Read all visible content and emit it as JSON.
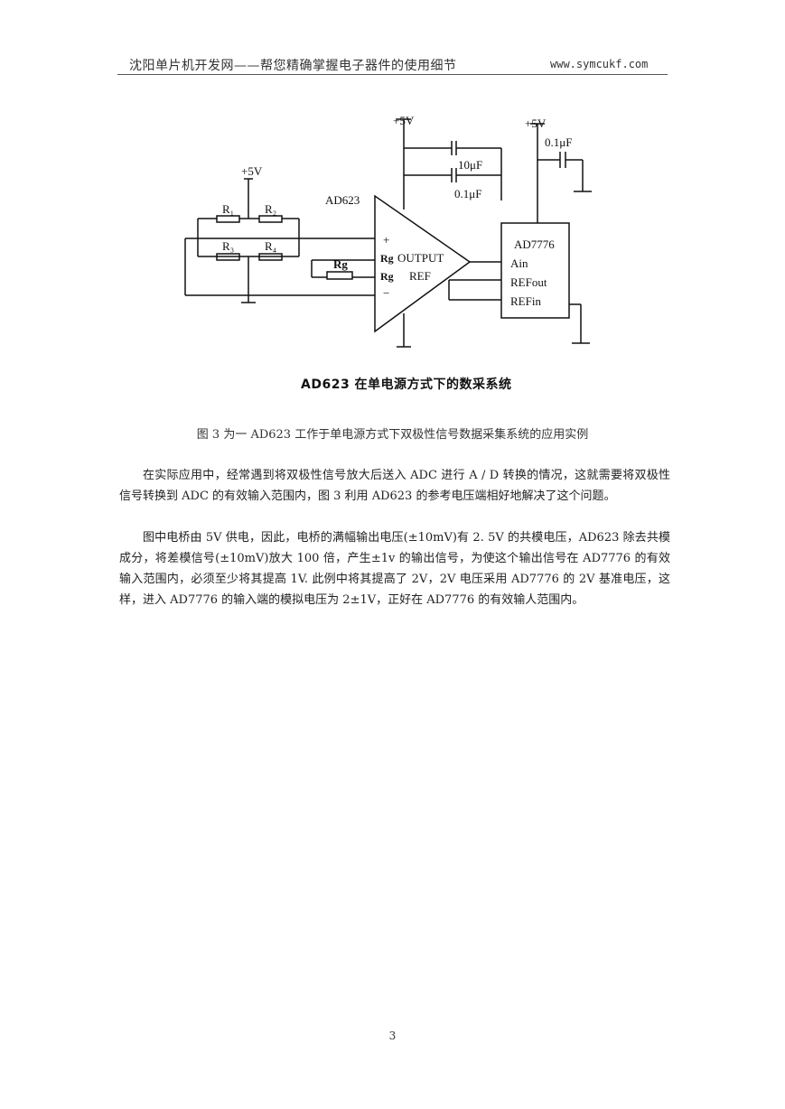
{
  "header": {
    "left": "沈阳单片机开发网——帮您精确掌握电子器件的使用细节",
    "right": "www.symcukf.com"
  },
  "diagram": {
    "vcc1": "+5V",
    "vcc2": "+5V",
    "vcc3": "+5V",
    "amp": "AD623",
    "r1": "R₁",
    "r2": "R₂",
    "r3": "R₃",
    "r4": "R₄",
    "rg": "Rg",
    "rg_pin1": "Rg",
    "rg_pin2": "Rg",
    "plus": "+",
    "minus": "−",
    "output": "OUTPUT",
    "ref": "REF",
    "cap1": "10μF",
    "cap2": "0.1μF",
    "cap3": "0.1μF",
    "adc": "AD7776",
    "ain": "Ain",
    "refout": "REFout",
    "refin": "REFin"
  },
  "diagram_caption": "AD623 在单电源方式下的数采系统",
  "figure_caption": "图 3 为一 AD623 工作于单电源方式下双极性信号数据采集系统的应用实例",
  "paragraphs": [
    "在实际应用中，经常遇到将双极性信号放大后送入 ADC 进行 A / D 转换的情况，这就需要将双极性信号转换到 ADC 的有效输入范围内，图 3 利用 AD623 的参考电压端相好地解决了这个问题。",
    "图中电桥由 5V 供电，因此，电桥的满幅输出电压(±10mV)有 2. 5V 的共模电压，AD623 除去共模成分，将差模信号(±10mV)放大 100 倍，产生±1v 的输出信号，为使这个输出信号在 AD7776 的有效输入范围内，必须至少将其提高 1V. 此例中将其提高了 2V，2V 电压采用 AD7776 的 2V 基准电压，这样，进入 AD7776 的输入端的模拟电压为 2±1V，正好在 AD7776 的有效输人范围内。"
  ],
  "page_number": "3"
}
